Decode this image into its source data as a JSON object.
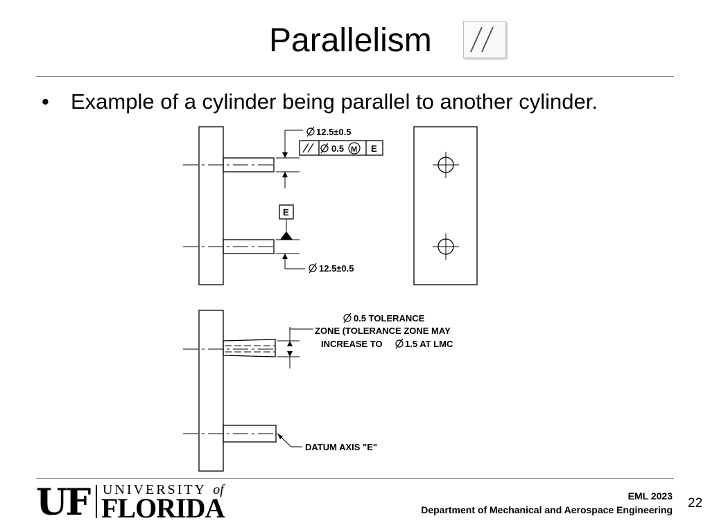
{
  "slide": {
    "title": "Parallelism",
    "bullet_marker": "•",
    "bullet": "Example of a cylinder being parallel to another cylinder."
  },
  "drawing": {
    "dia_top": "12.5±0.5",
    "fcf_tol": "0.5",
    "fcf_mod": "M",
    "fcf_datum": "E",
    "datum_label": "E",
    "dia_bottom": "12.5±0.5",
    "note_line1": "0.5 TOLERANCE",
    "note_line2": "ZONE (TOLERANCE ZONE MAY",
    "note_line3_a": "INCREASE TO",
    "note_line3_b": "1.5 AT LMC",
    "datum_axis": "DATUM AXIS \"E\""
  },
  "footer": {
    "logo_uf": "UF",
    "logo_university": "UNIVERSITY",
    "logo_of": "of",
    "logo_florida": "FLORIDA",
    "course": "EML 2023",
    "department": "Department of Mechanical and Aerospace Engineering",
    "page_number": "22"
  }
}
